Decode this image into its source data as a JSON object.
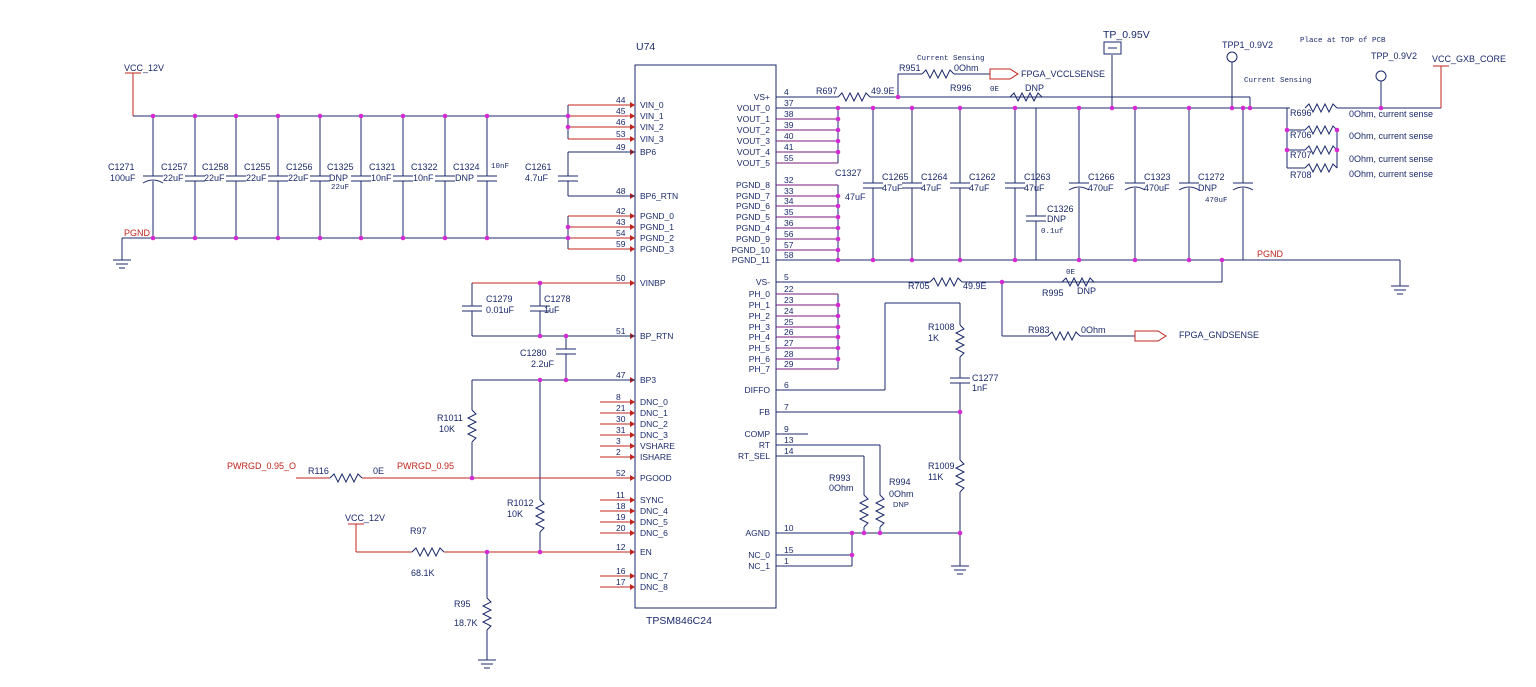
{
  "chip": {
    "ref": "U74",
    "part": "TPSM846C24",
    "left_pins": [
      {
        "num": "44",
        "name": "VIN_0"
      },
      {
        "num": "45",
        "name": "VIN_1"
      },
      {
        "num": "46",
        "name": "VIN_2"
      },
      {
        "num": "53",
        "name": "VIN_3"
      },
      {
        "num": "49",
        "name": "BP6"
      },
      {
        "num": "48",
        "name": "BP6_RTN"
      },
      {
        "num": "42",
        "name": "PGND_0"
      },
      {
        "num": "43",
        "name": "PGND_1"
      },
      {
        "num": "54",
        "name": "PGND_2"
      },
      {
        "num": "59",
        "name": "PGND_3"
      },
      {
        "num": "50",
        "name": "VINBP"
      },
      {
        "num": "51",
        "name": "BP_RTN"
      },
      {
        "num": "47",
        "name": "BP3"
      },
      {
        "num": "8",
        "name": "DNC_0"
      },
      {
        "num": "21",
        "name": "DNC_1"
      },
      {
        "num": "30",
        "name": "DNC_2"
      },
      {
        "num": "31",
        "name": "DNC_3"
      },
      {
        "num": "3",
        "name": "VSHARE"
      },
      {
        "num": "2",
        "name": "ISHARE"
      },
      {
        "num": "52",
        "name": "PGOOD"
      },
      {
        "num": "11",
        "name": "SYNC"
      },
      {
        "num": "18",
        "name": "DNC_4"
      },
      {
        "num": "19",
        "name": "DNC_5"
      },
      {
        "num": "20",
        "name": "DNC_6"
      },
      {
        "num": "12",
        "name": "EN"
      },
      {
        "num": "16",
        "name": "DNC_7"
      },
      {
        "num": "17",
        "name": "DNC_8"
      }
    ],
    "right_pins": [
      {
        "num": "4",
        "name": "VS+"
      },
      {
        "num": "37",
        "name": "VOUT_0"
      },
      {
        "num": "38",
        "name": "VOUT_1"
      },
      {
        "num": "39",
        "name": "VOUT_2"
      },
      {
        "num": "40",
        "name": "VOUT_3"
      },
      {
        "num": "41",
        "name": "VOUT_4"
      },
      {
        "num": "55",
        "name": "VOUT_5"
      },
      {
        "num": "32",
        "name": "PGND_8"
      },
      {
        "num": "33",
        "name": "PGND_7"
      },
      {
        "num": "34",
        "name": "PGND_6"
      },
      {
        "num": "35",
        "name": "PGND_5"
      },
      {
        "num": "36",
        "name": "PGND_4"
      },
      {
        "num": "56",
        "name": "PGND_9"
      },
      {
        "num": "57",
        "name": "PGND_10"
      },
      {
        "num": "58",
        "name": "PGND_11"
      },
      {
        "num": "5",
        "name": "VS-"
      },
      {
        "num": "22",
        "name": "PH_0"
      },
      {
        "num": "23",
        "name": "PH_1"
      },
      {
        "num": "24",
        "name": "PH_2"
      },
      {
        "num": "25",
        "name": "PH_3"
      },
      {
        "num": "26",
        "name": "PH_4"
      },
      {
        "num": "27",
        "name": "PH_5"
      },
      {
        "num": "28",
        "name": "PH_6"
      },
      {
        "num": "29",
        "name": "PH_7"
      },
      {
        "num": "6",
        "name": "DIFFO"
      },
      {
        "num": "7",
        "name": "FB"
      },
      {
        "num": "9",
        "name": "COMP"
      },
      {
        "num": "13",
        "name": "RT"
      },
      {
        "num": "14",
        "name": "RT_SEL"
      },
      {
        "num": "10",
        "name": "AGND"
      },
      {
        "num": "15",
        "name": "NC_0"
      },
      {
        "num": "1",
        "name": "NC_1"
      }
    ]
  },
  "nets": {
    "vcc_12v_top": "VCC_12V",
    "vcc_12v_en": "VCC_12V",
    "pgnd_left": "PGND",
    "pgnd_right": "PGND",
    "tp_095": "TP_0.95V",
    "tpp1": "TPP1_0.9V2",
    "tpp": "TPP_0.9V2",
    "vcc_gxb": "VCC_GXB_CORE",
    "fpga_vccl": "FPGA_VCCLSENSE",
    "fpga_gnd": "FPGA_GNDSENSE",
    "pwrgd_o": "PWRGD_0.95_O",
    "pwrgd": "PWRGD_0.95"
  },
  "notes": {
    "place_top": "Place at TOP of PCB",
    "current_sensing_1": "Current Sensing",
    "current_sensing_2": "Current Sensing"
  },
  "input_caps": [
    {
      "ref": "C1271",
      "value": "100uF"
    },
    {
      "ref": "C1257",
      "value": "22uF"
    },
    {
      "ref": "C1258",
      "value": "22uF"
    },
    {
      "ref": "C1255",
      "value": "22uF"
    },
    {
      "ref": "C1256",
      "value": "22uF"
    },
    {
      "ref": "C1325",
      "value": "DNP"
    },
    {
      "ref": "C1321",
      "value": "10nF"
    },
    {
      "ref": "C1322",
      "value": "10nF"
    },
    {
      "ref": "C1324",
      "value": "DNP"
    }
  ],
  "misc": {
    "c1325_alt": "22uF",
    "c_10nf_alt": "10nF",
    "c1261_ref": "C1261",
    "c1261_val": "4.7uF",
    "c1279_ref": "C1279",
    "c1279_val": "0.01uF",
    "c1278_ref": "C1278",
    "c1278_val": "1uF",
    "c1280_ref": "C1280",
    "c1280_val": "2.2uF",
    "r1011_ref": "R1011",
    "r1011_val": "10K",
    "r1012_ref": "R1012",
    "r1012_val": "10K",
    "r116_ref": "R116",
    "r116_val": "0E",
    "r97_ref": "R97",
    "r97_val": "68.1K",
    "r95_ref": "R95",
    "r95_val": "18.7K",
    "r697_ref": "R697",
    "r697_val": "49.9E",
    "r951_ref": "R951",
    "r951_val": "0Ohm",
    "r996_ref": "R996",
    "r996_val": "0E",
    "r996_dnp": "DNP",
    "r705_ref": "R705",
    "r705_val": "49.9E",
    "r995_ref": "R995",
    "r995_val": "0E",
    "r995_dnp": "DNP",
    "r983_ref": "R983",
    "r983_val": "0Ohm",
    "r1008_ref": "R1008",
    "r1008_val": "1K",
    "c1277_ref": "C1277",
    "c1277_val": "1nF",
    "r1009_ref": "R1009",
    "r1009_val": "11K",
    "r993_ref": "R993",
    "r993_val": "0Ohm",
    "r994_ref": "R994",
    "r994_val": "0Ohm",
    "r994_dnp": "DNP",
    "c1327_ref": "C1327",
    "c1327_val": "47uF",
    "c1326_ref": "C1326",
    "c1326_dnp": "DNP",
    "c1326_val": "0.1uf",
    "c1272_alt": "470uF"
  },
  "output_caps": [
    {
      "ref": "C1265",
      "value": "47uF"
    },
    {
      "ref": "C1264",
      "value": "47uF"
    },
    {
      "ref": "C1262",
      "value": "47uF"
    },
    {
      "ref": "C1263",
      "value": "47uF"
    },
    {
      "ref": "C1266",
      "value": "470uF"
    },
    {
      "ref": "C1323",
      "value": "470uF"
    },
    {
      "ref": "C1272",
      "value": "DNP"
    }
  ],
  "sense_resistors": [
    {
      "ref": "R696",
      "value": "0Ohm, current sense"
    },
    {
      "ref": "R706",
      "value": "0Ohm, current sense"
    },
    {
      "ref": "R707",
      "value": "0Ohm, current sense"
    },
    {
      "ref": "R708",
      "value": "0Ohm, current sense"
    }
  ]
}
